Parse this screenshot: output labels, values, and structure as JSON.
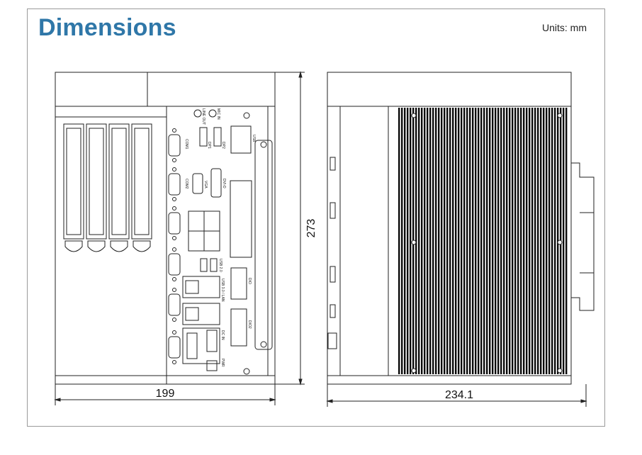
{
  "page": {
    "title": "Dimensions",
    "units": "Units: mm"
  },
  "dimensions": {
    "front_width": "199",
    "height": "273",
    "side_depth": "234.1"
  },
  "port_labels": {
    "com1": "COM1",
    "com2": "COM2",
    "dp1": "DP1",
    "dp2": "DP2",
    "line_out": "LINE OUT",
    "mic_in": "MIC IN",
    "usb": "USB",
    "vga": "VGA",
    "dvid": "DVI-D",
    "usb20": "USB 2.0",
    "usb30_lan": "USB 3.0 / LAN",
    "dio": "DIO",
    "dio2": "DIO2",
    "dc_in": "DC IN",
    "pwr": "PWR"
  },
  "colors": {
    "title": "#2f77a8",
    "line": "#222222",
    "fins": "#0a0a0a"
  }
}
